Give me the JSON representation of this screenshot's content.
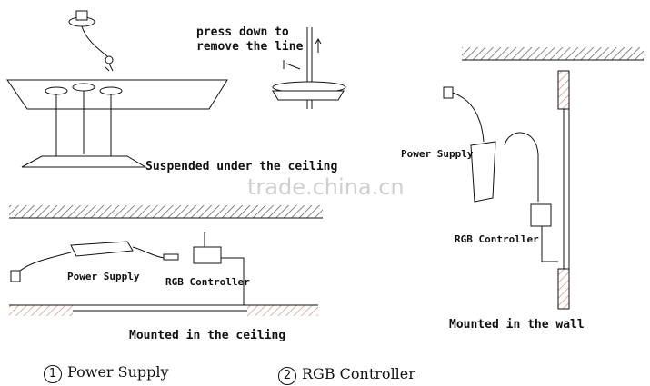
{
  "labels": {
    "press_down": "press down to",
    "remove_line": "remove the line",
    "suspended": "Suspended under the ceiling",
    "mounted_ceiling": "Mounted in the ceiling",
    "mounted_wall": "Mounted in the wall",
    "power_supply_ceiling": "Power Supply",
    "rgb_controller_ceiling": "RGB  Controller",
    "power_supply_wall": "Power Supply",
    "rgb_controller_wall": "RGB  Controller"
  },
  "legend": [
    {
      "num": "1",
      "text": "Power Supply"
    },
    {
      "num": "2",
      "text": "RGB  Controller"
    }
  ],
  "watermark": "trade.china.cn",
  "colors": {
    "hatch": "#555555",
    "brick": "#c98f86",
    "line": "#111111"
  }
}
